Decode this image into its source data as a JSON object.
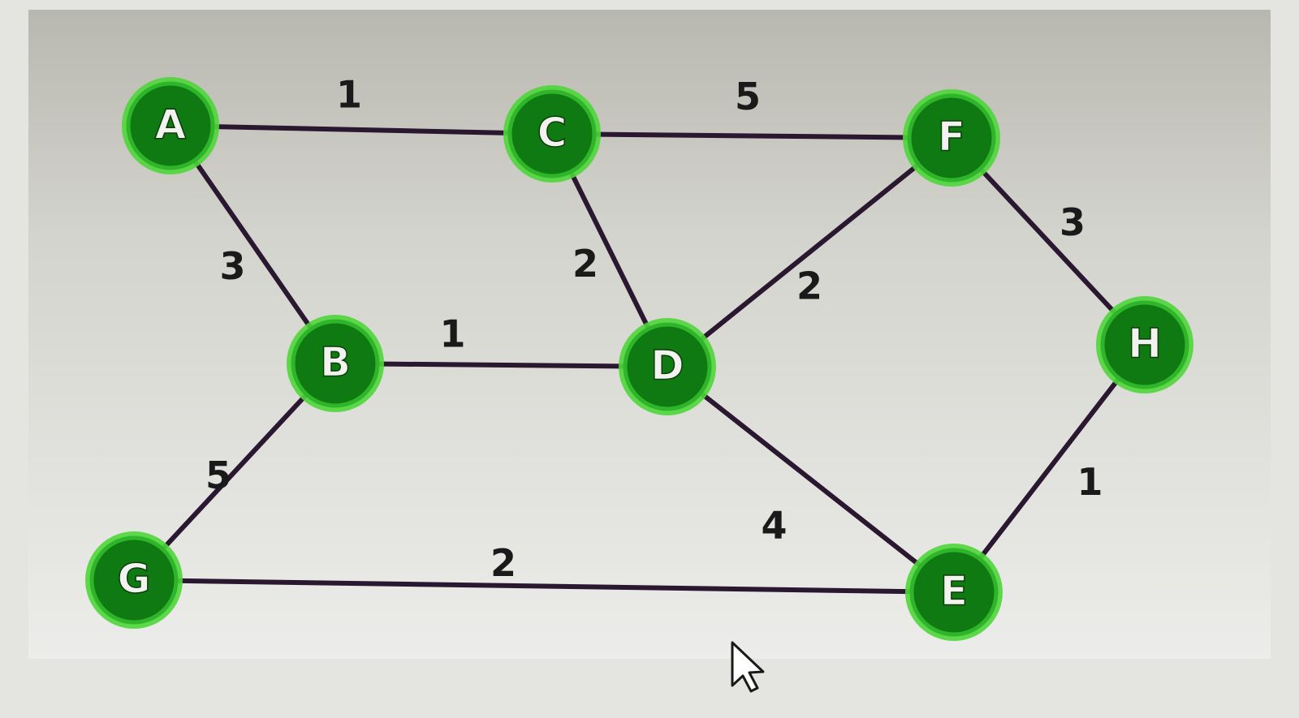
{
  "colors": {
    "background": "#d9d9d4",
    "edge": "#2a1830",
    "node_fill": "#0f7a12",
    "node_halo": "#4fd63a",
    "node_text": "#f2f2ee",
    "weight_text": "#1a1a1a"
  },
  "graph": {
    "nodes": [
      {
        "id": "A",
        "label": "A"
      },
      {
        "id": "C",
        "label": "C"
      },
      {
        "id": "F",
        "label": "F"
      },
      {
        "id": "B",
        "label": "B"
      },
      {
        "id": "D",
        "label": "D"
      },
      {
        "id": "H",
        "label": "H"
      },
      {
        "id": "G",
        "label": "G"
      },
      {
        "id": "E",
        "label": "E"
      }
    ],
    "edges": [
      {
        "from": "A",
        "to": "C",
        "weight": "1"
      },
      {
        "from": "C",
        "to": "F",
        "weight": "5"
      },
      {
        "from": "A",
        "to": "B",
        "weight": "3"
      },
      {
        "from": "C",
        "to": "D",
        "weight": "2"
      },
      {
        "from": "F",
        "to": "D",
        "weight": "2"
      },
      {
        "from": "F",
        "to": "H",
        "weight": "3"
      },
      {
        "from": "B",
        "to": "D",
        "weight": "1"
      },
      {
        "from": "B",
        "to": "G",
        "weight": "5"
      },
      {
        "from": "D",
        "to": "E",
        "weight": "4"
      },
      {
        "from": "H",
        "to": "E",
        "weight": "1"
      },
      {
        "from": "G",
        "to": "E",
        "weight": "2"
      }
    ]
  },
  "cursor": {
    "icon": "mouse-pointer-icon"
  }
}
